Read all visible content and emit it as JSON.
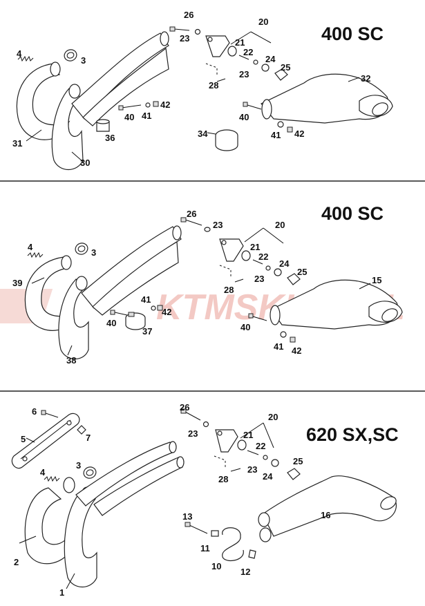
{
  "sections": [
    {
      "title": "400 SC",
      "labels": {
        "p26": "26",
        "p20": "20",
        "p23a": "23",
        "p21": "21",
        "p22": "22",
        "p24": "24",
        "p23b": "23",
        "p25": "25",
        "p28": "28",
        "p32": "32",
        "p4": "4",
        "p3": "3",
        "p40a": "40",
        "p41a": "41",
        "p42a": "42",
        "p36": "36",
        "p31": "31",
        "p30": "30",
        "p34": "34",
        "p40b": "40",
        "p41b": "41",
        "p42b": "42"
      }
    },
    {
      "title": "400 SC",
      "labels": {
        "p26": "26",
        "p23a": "23",
        "p20": "20",
        "p21": "21",
        "p22": "22",
        "p24": "24",
        "p23b": "23",
        "p25": "25",
        "p28": "28",
        "p15": "15",
        "p4": "4",
        "p3": "3",
        "p39": "39",
        "p41a": "41",
        "p40a": "40",
        "p42a": "42",
        "p37": "37",
        "p38": "38",
        "p40b": "40",
        "p41b": "41",
        "p42b": "42"
      }
    },
    {
      "title": "620 SX,SC",
      "labels": {
        "p6": "6",
        "p5": "5",
        "p7": "7",
        "p26": "26",
        "p23a": "23",
        "p20": "20",
        "p21": "21",
        "p22": "22",
        "p23b": "23",
        "p24": "24",
        "p25": "25",
        "p28": "28",
        "p4": "4",
        "p3": "3",
        "p13": "13",
        "p16": "16",
        "p11": "11",
        "p2": "2",
        "p10": "10",
        "p12": "12",
        "p1": "1"
      }
    }
  ],
  "watermark": "KTMSKLEP.PL"
}
